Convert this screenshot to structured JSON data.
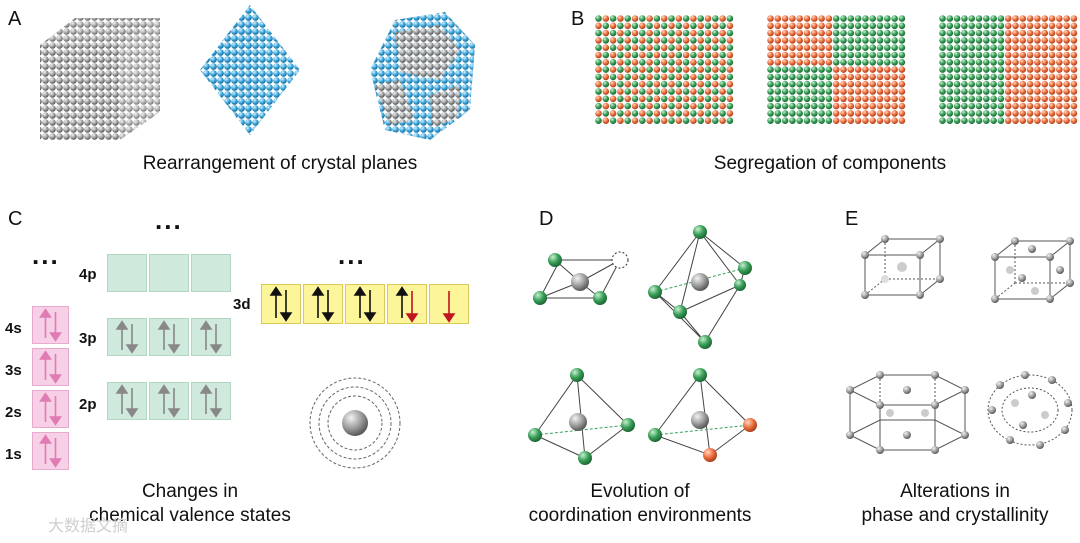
{
  "panels": {
    "A": {
      "label": "A",
      "caption": "Rearrangement of crystal planes"
    },
    "B": {
      "label": "B",
      "caption": "Segregation of components"
    },
    "C": {
      "label": "C",
      "caption_line1": "Changes in",
      "caption_line2": "chemical valence states",
      "orbitals": {
        "s4": "4s",
        "s3": "3s",
        "s2": "2s",
        "s1": "1s",
        "p4": "4p",
        "p3": "3p",
        "p2": "2p",
        "d3": "3d"
      },
      "ellipsis": "..."
    },
    "D": {
      "label": "D",
      "caption_line1": "Evolution of",
      "caption_line2": "coordination environments"
    },
    "E": {
      "label": "E",
      "caption_line1": "Alterations in",
      "caption_line2": "phase and crystallinity"
    }
  },
  "watermark": "大数据文摘",
  "colors": {
    "gray_atom": "#9a9a9a",
    "blue_atom": "#3fa9dd",
    "green_atom": "#3aa05a",
    "orange_atom": "#ee7040",
    "pink_box": "#f7cfe6",
    "green_box": "#cfe9dc",
    "yellow_box": "#fdf59a",
    "arrow_red": "#c0141e"
  }
}
